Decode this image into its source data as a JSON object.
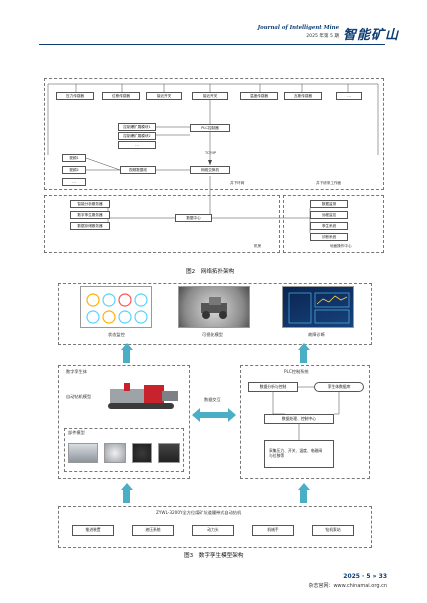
{
  "header": {
    "journal_en": "Journal of Intelligent Mine",
    "issue": "2025 年第 5 期",
    "logo": "智能矿山"
  },
  "fig2": {
    "sensors": [
      "压力传感器",
      "位移传感器",
      "接近开关",
      "接近开关",
      "温度传感器",
      "瓦斯传感器",
      "…"
    ],
    "controllers": [
      "控制爆扩展模块1",
      "控制爆扩展模块2",
      "…"
    ],
    "plc": "PLC控制器",
    "tcp": "TCP/IP",
    "cameras": [
      "视频1",
      "视频2",
      "…"
    ],
    "video_switch": "视频数据线",
    "net_switch": "网络交换机",
    "device_layer": "井下环网",
    "device_layer_right": "井下综采工作面",
    "servers": [
      "智能分析服务器",
      "数字孪生服务器",
      "数据存储服务器"
    ],
    "data_center": "数据中心",
    "ground_label": "机房",
    "terminals": [
      "数据监测",
      "远程监控",
      "孪生系统",
      "诊断系统"
    ],
    "terminal_label": "地面操作中心",
    "caption": "图2　网络拓扑架构"
  },
  "fig3": {
    "top_labels": [
      "状态监控",
      "可视化模型",
      "故障诊断"
    ],
    "twin_title": "数字孪生体",
    "drill_model": "自动钻机模型",
    "parts_model": "部件模型",
    "exchange": "数据交互",
    "plc_title": "PLC控制系统",
    "analysis": "数据分析与控制",
    "twin_db": "孪生体数据库",
    "process": "数据处理、控制中心",
    "collect": "采集压力、开关、温度、电磁阀\n与位移等",
    "device_title": "ZYWL-3200Y全方位煤矿坑道履带式自动钻机",
    "devices": [
      "推进装置",
      "液压系统",
      "动力头",
      "机械手",
      "钻机泵站"
    ],
    "caption": "图3　数字孪生模型架构"
  },
  "footer": {
    "page": "2025 · 5 » 33",
    "site": "杂志官网：www.chinamai.org.cn"
  }
}
